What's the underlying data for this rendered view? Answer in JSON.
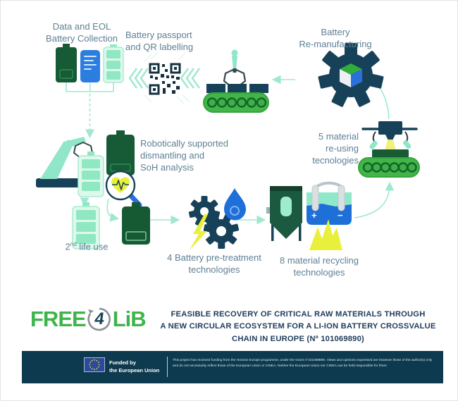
{
  "stations": {
    "collection": {
      "label": "Data and EOL\nBattery Collection"
    },
    "passport": {
      "label": "Battery passport\nand QR labelling"
    },
    "remanufacturing": {
      "label": "Battery\nRe-manufacturing"
    },
    "dismantling": {
      "label": "Robotically supported\ndismantling and\nSoH analysis"
    },
    "second_life": {
      "num": "2",
      "sup": "nd",
      "rest": " life use"
    },
    "pretreatment": {
      "label": "4 Battery pre-treatment\ntechnologies"
    },
    "recycling": {
      "label": "8 material recycling\ntechnologies"
    },
    "reusing": {
      "label": "5 material\nre-using\ntecnologies"
    },
    "bath": {
      "plus": "+",
      "minus": "−"
    }
  },
  "logo": {
    "free": "FREE",
    "four": "4",
    "lib": "LiB"
  },
  "title": "FEASIBLE RECOVERY OF CRITICAL RAW MATERIALS THROUGH\nA NEW CIRCULAR ECOSYSTEM FOR A LI-ION BATTERY CROSSVALUE\nCHAIN IN EUROPE (Nº 101069890)",
  "footer": {
    "funded_by": "Funded by\nthe European Union",
    "disclaimer": "This project has received funding from the Horizon Europe programme, under the Grant n°101069890. Views and opinions expressed are however those of the author(s) only and do not necessarily reflect those of the European Union or CINEA. Neither the European Union nor CINEA can be held responsible for them."
  },
  "colors": {
    "navy": "#164158",
    "footer_bar": "#0d3a4e",
    "green": "#3eb54a",
    "mint": "#8fe6c8",
    "arrow_mint": "#9fe8cf",
    "dark_green": "#17603a",
    "blue": "#2a79dd",
    "yellow": "#e9f03c",
    "slate_label": "#5e8093"
  }
}
